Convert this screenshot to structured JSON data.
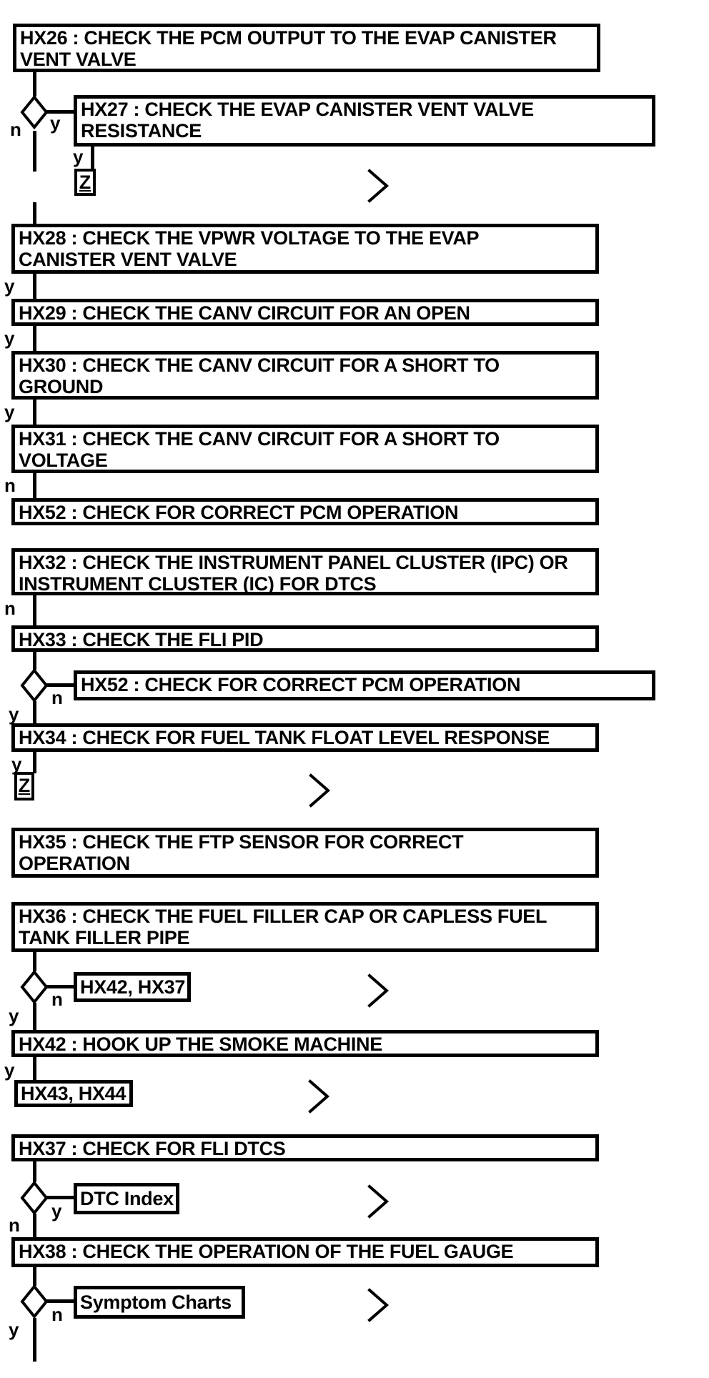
{
  "diagram": {
    "type": "flowchart",
    "colors": {
      "line": "#000000",
      "background": "#ffffff",
      "text": "#000000"
    },
    "boxes": [
      {
        "id": "HX26",
        "text": "HX26 : CHECK THE PCM OUTPUT TO THE EVAP CANISTER\nVENT VALVE"
      },
      {
        "id": "HX27",
        "text": "HX27 : CHECK THE EVAP CANISTER VENT VALVE\nRESISTANCE"
      },
      {
        "id": "HX28",
        "text": "HX28 : CHECK THE VPWR VOLTAGE TO THE EVAP\nCANISTER VENT VALVE"
      },
      {
        "id": "HX29",
        "text": "HX29 : CHECK THE CANV CIRCUIT FOR AN OPEN"
      },
      {
        "id": "HX30",
        "text": "HX30 : CHECK THE CANV CIRCUIT FOR A SHORT TO\nGROUND"
      },
      {
        "id": "HX31",
        "text": "HX31 : CHECK THE CANV CIRCUIT FOR A SHORT TO\nVOLTAGE"
      },
      {
        "id": "HX52",
        "text": "HX52 : CHECK FOR CORRECT PCM OPERATION"
      },
      {
        "id": "HX32",
        "text": "HX32 : CHECK THE INSTRUMENT PANEL CLUSTER (IPC) OR\nINSTRUMENT CLUSTER (IC) FOR DTCS"
      },
      {
        "id": "HX33",
        "text": "HX33 : CHECK THE FLI PID"
      },
      {
        "id": "HX52",
        "text": "HX52 : CHECK FOR CORRECT PCM OPERATION"
      },
      {
        "id": "HX34",
        "text": "HX34 : CHECK FOR FUEL TANK FLOAT LEVEL RESPONSE"
      },
      {
        "id": "HX35",
        "text": "HX35 : CHECK THE FTP SENSOR FOR CORRECT\nOPERATION"
      },
      {
        "id": "HX36",
        "text": "HX36 : CHECK THE FUEL FILLER CAP OR CAPLESS FUEL\nTANK FILLER PIPE"
      },
      {
        "id": "HX42",
        "text": "HX42 : HOOK UP THE SMOKE MACHINE"
      },
      {
        "id": "HX37",
        "text": "HX37 : CHECK FOR FLI DTCS"
      },
      {
        "id": "HX38",
        "text": "HX38 : CHECK THE OPERATION OF THE FUEL GAUGE"
      }
    ],
    "connector_boxes": [
      {
        "label": "Z"
      },
      {
        "label": "Z"
      },
      {
        "label": "HX42, HX37"
      },
      {
        "label": "HX43, HX44"
      },
      {
        "label": "DTC Index"
      },
      {
        "label": "Symptom Charts"
      }
    ],
    "branch_labels": {
      "d1_no": "n",
      "d1_yes": "y",
      "hx27_yes": "y",
      "hx28_yes": "y",
      "hx29_yes": "y",
      "hx30_yes": "y",
      "hx31_no": "n",
      "hx32_no": "n",
      "d2_no": "n",
      "d2_yes": "y",
      "hx34_yes": "y",
      "d3_no": "n",
      "d3_yes": "y",
      "hx42_yes": "y",
      "d4_yes": "y",
      "d4_no": "n",
      "d5_no": "n",
      "d5_yes": "y"
    }
  }
}
